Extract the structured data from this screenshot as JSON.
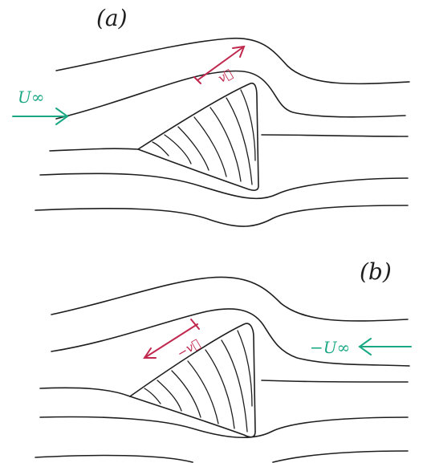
{
  "panels": [
    {
      "label": "(a)",
      "freestream_label": "U∞",
      "velocity_label": "v⃗",
      "colors": {
        "freestream": "#1aa884",
        "velocity": "#c0284e",
        "ink": "#1e1e1e"
      }
    },
    {
      "label": "(b)",
      "freestream_label": "−U∞",
      "velocity_label": "−v⃗",
      "colors": {
        "freestream": "#1aa884",
        "velocity": "#c0284e",
        "ink": "#1e1e1e"
      }
    }
  ]
}
